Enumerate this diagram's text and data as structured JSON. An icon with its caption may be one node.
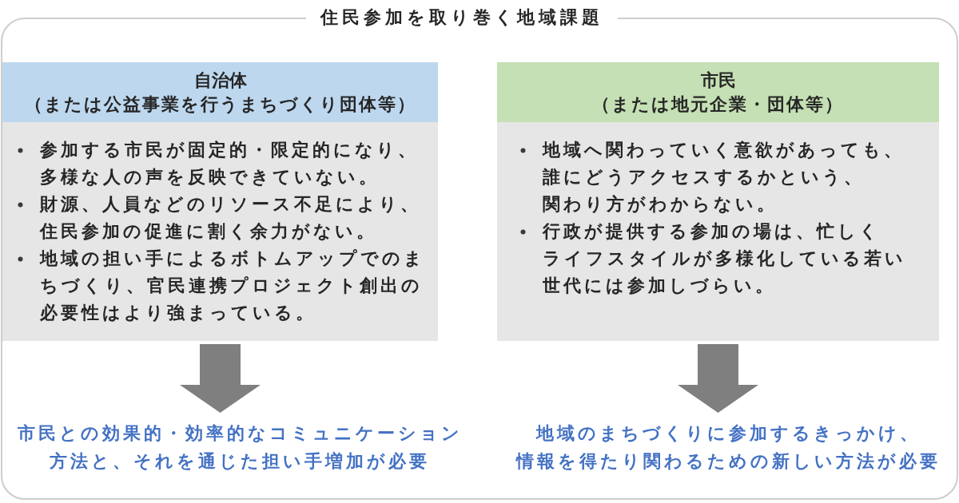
{
  "diagram": {
    "nodes": [
      {
        "text": [
          "住民参加を取り巻く地域課題"
        ]
      },
      {
        "text": [
          "自治体",
          "（または公益事業を行うまちづくり団体等）"
        ],
        "in": 0
      },
      {
        "text": [
          "参加する市民が固定的・限定的になり、多様な人の声を反映できていない。",
          "財源、人員などのリソース不足により、住民参加の促進に割く余力がない。",
          "地域の担い手によるボトムアップでのまちづくり、官民連携プロジェクト創出の必要性はより強まっている。"
        ],
        "in": 0
      },
      {
        "text": [
          "市民との効果的・効率的なコミュニケーション方法と、それを通じた担い手増加が必要"
        ],
        "in": 0
      },
      {
        "text": [
          "市民",
          "（または地元企業・団体等）"
        ],
        "in": 0
      },
      {
        "text": [
          "地域へ関わっていく意欲があっても、誰にどうアクセスするかという、関わり方がわからない。",
          "行政が提供する参加の場は、忙しくライフスタイルが多様化している若い世代には参加しづらい。"
        ],
        "in": 0
      },
      {
        "text": [
          "地域のまちづくりに参加するきっかけ、情報を得たり関わるための新しい方法が必要"
        ],
        "in": 0
      }
    ],
    "edges": [
      {
        "from": 2,
        "to": 3,
        "arrow": "to"
      },
      {
        "from": 5,
        "to": 6,
        "arrow": "to"
      }
    ]
  }
}
